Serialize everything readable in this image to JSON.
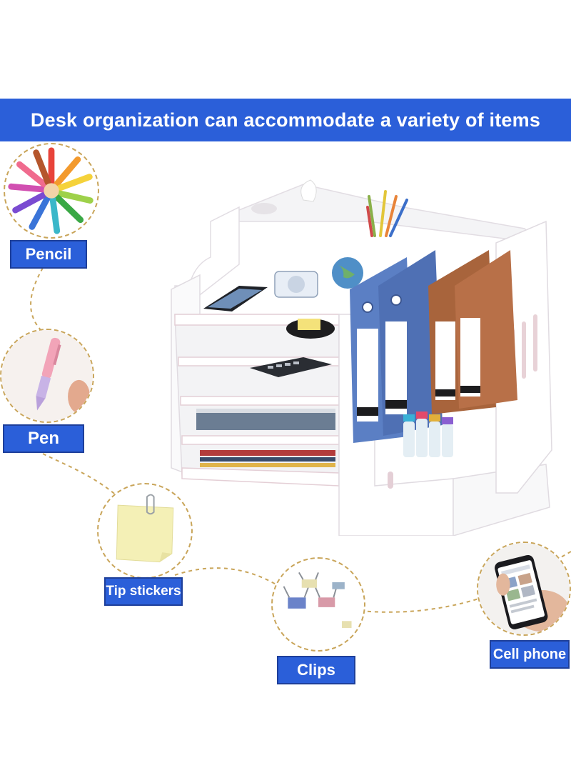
{
  "banner": {
    "title": "Desk organization can accommodate a variety of items"
  },
  "items": [
    {
      "label": "Pencil",
      "icon": "colored-pencils-icon"
    },
    {
      "label": "Pen",
      "icon": "pen-icon"
    },
    {
      "label": "Tip stickers",
      "icon": "sticky-note-icon"
    },
    {
      "label": "Clips",
      "icon": "binder-clips-icon"
    },
    {
      "label": "Cell phone",
      "icon": "cell-phone-icon"
    }
  ],
  "colors": {
    "banner": "#2b5fd9",
    "label_bg": "#2b5fd9",
    "label_border": "#1e3f9a",
    "dashed_line": "#c9a55a",
    "folder_blue": "#5b7fc4",
    "folder_brown": "#a8643c"
  }
}
